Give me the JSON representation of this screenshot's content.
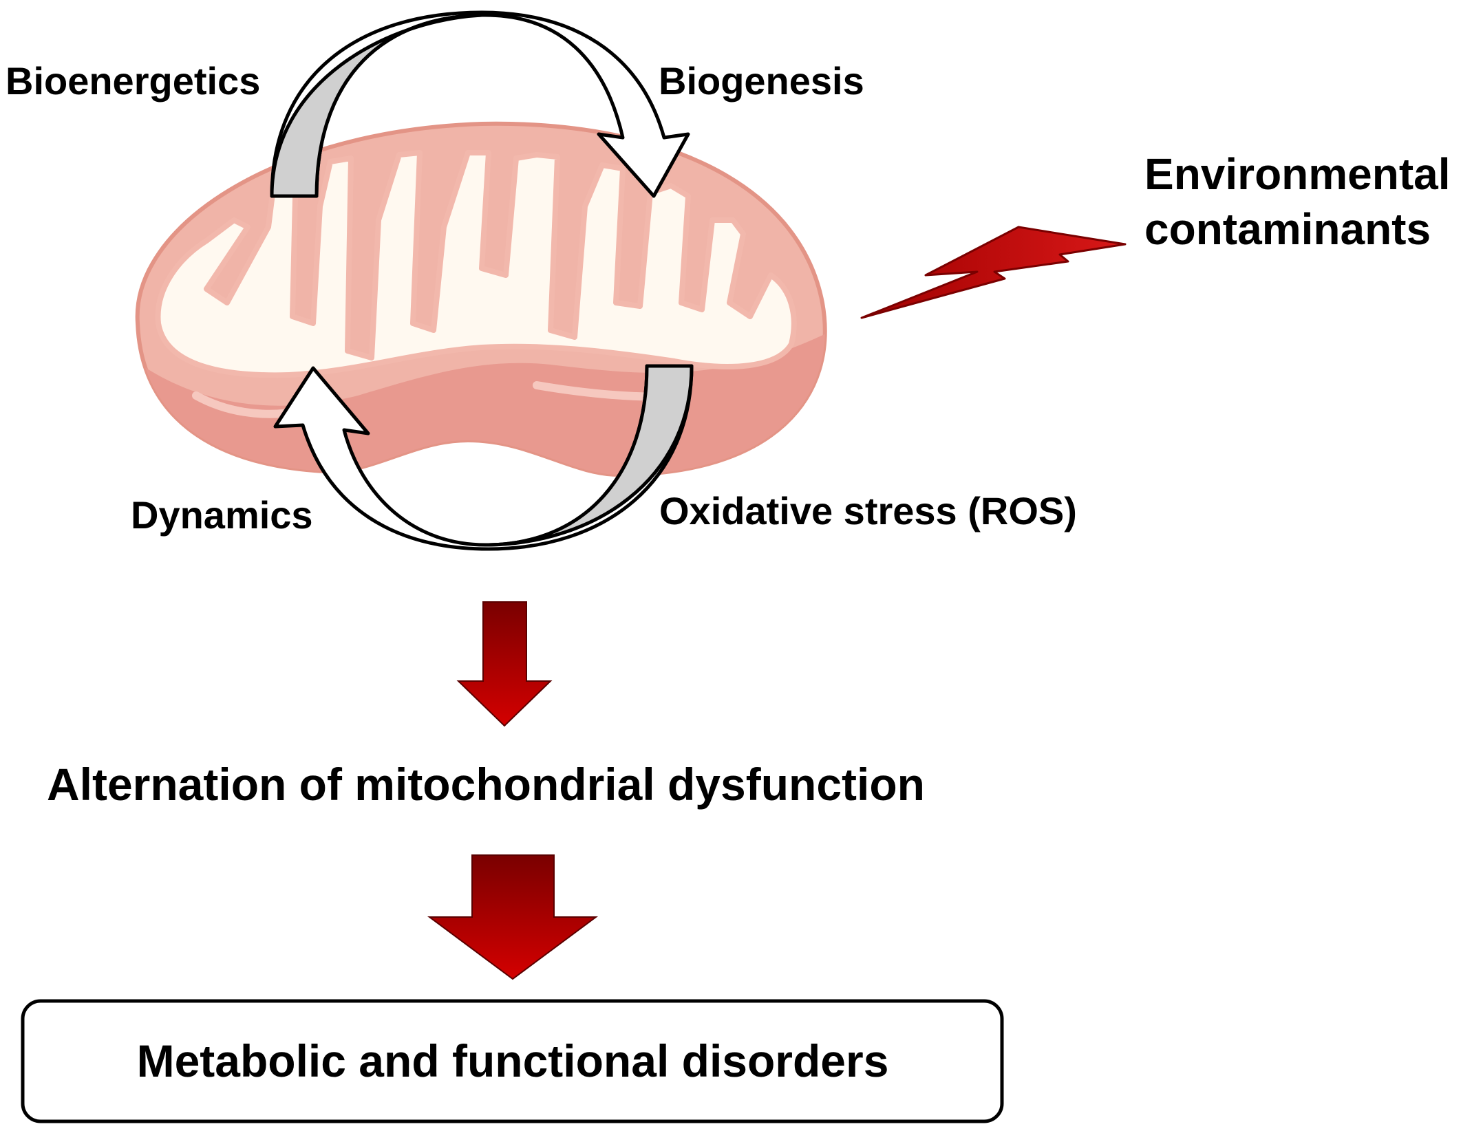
{
  "labels": {
    "bioenergetics": "Bioenergetics",
    "biogenesis": "Biogenesis",
    "dynamics": "Dynamics",
    "oxidative_stress": "Oxidative stress (ROS)",
    "environmental_line1": "Environmental",
    "environmental_line2": "contaminants",
    "alternation": "Alternation of mitochondrial dysfunction",
    "outcome": "Metabolic and functional disorders"
  },
  "colors": {
    "mito_outer": "#f0b4a8",
    "mito_outer_stroke": "#e39486",
    "mito_inner_matrix": "#fff9f0",
    "mito_cristae_stroke": "#f2b8ac",
    "mito_bottom_shade": "#e8998f",
    "cycle_arrow_gray": "#d0d0d0",
    "cycle_arrow_white": "#ffffff",
    "flow_arrow_dark": "#7a0000",
    "flow_arrow_light": "#d40000",
    "lightning": "#cc1111"
  }
}
